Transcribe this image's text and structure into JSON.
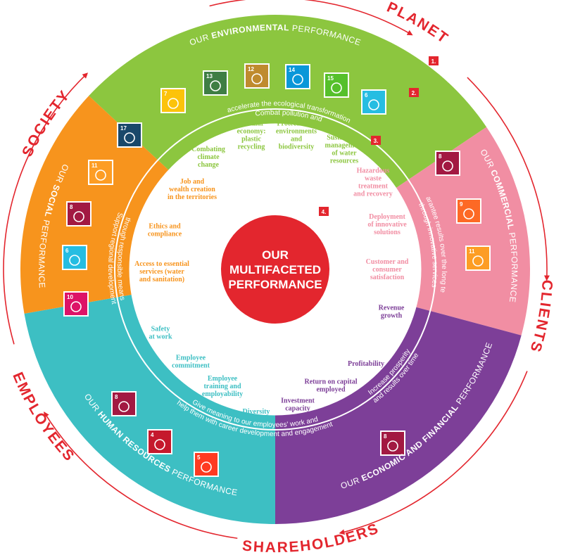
{
  "center": {
    "line1": "OUR",
    "line2": "MULTIFACETED",
    "line3": "PERFORMANCE"
  },
  "stakeholders": [
    "PLANET",
    "CLIENTS",
    "SHAREHOLDERS",
    "EMPLOYEES",
    "SOCIETY"
  ],
  "markers": [
    "1.",
    "2.",
    "3.",
    "4."
  ],
  "segments": {
    "environmental": {
      "color": "#8cc63f",
      "title": {
        "prefix": "OUR ",
        "bold": "ENVIRONMENTAL",
        "suffix": " PERFORMANCE"
      },
      "mission": [
        "Combat pollution and",
        "accelerate the ecological transformation"
      ],
      "sdgs": [
        "7",
        "13",
        "12",
        "14",
        "15",
        "6"
      ],
      "topics": [
        [
          "Combating",
          "climate",
          "change"
        ],
        [
          "Circular",
          "economy:",
          "plastic",
          "recycling"
        ],
        [
          "Protection of",
          "environments",
          "and",
          "biodiversity"
        ],
        [
          "Sustainable",
          "management",
          "of water",
          "resources"
        ]
      ]
    },
    "commercial": {
      "color": "#f18ea3",
      "title": {
        "prefix": "OUR ",
        "bold": "COMMERCIAL",
        "suffix": " PERFORMANCE"
      },
      "mission": [
        "Guarantee results over the long term",
        "through innovative services"
      ],
      "sdgs": [
        "8",
        "9",
        "11"
      ],
      "topics": [
        [
          "Hazardous",
          "waste",
          "treatment",
          "and recovery"
        ],
        [
          "Deployment",
          "of innovative",
          "solutions"
        ],
        [
          "Customer and",
          "consumer",
          "satisfaction"
        ]
      ]
    },
    "economic": {
      "color": "#7d3f98",
      "title": {
        "prefix": "OUR ",
        "bold": "ECONOMIC AND FINANCIAL",
        "suffix": " PERFORMANCE"
      },
      "mission": [
        "Increase prosperity",
        "and results over time"
      ],
      "sdgs": [
        "8"
      ],
      "topics": [
        [
          "Revenue",
          "growth"
        ],
        [
          "Profitability"
        ],
        [
          "Return on capital",
          "employed"
        ],
        [
          "Investment",
          "capacity"
        ]
      ]
    },
    "human": {
      "color": "#3dbfc3",
      "title": {
        "prefix": "OUR ",
        "bold": "HUMAN RESOURCES",
        "suffix": " PERFORMANCE"
      },
      "mission": [
        "Give meaning to our employees' work and",
        "help them with career development and engagement"
      ],
      "sdgs": [
        "8",
        "4",
        "5"
      ],
      "topics": [
        [
          "Safety",
          "at work"
        ],
        [
          "Employee",
          "commitment"
        ],
        [
          "Employee",
          "training and",
          "employability"
        ],
        [
          "Diversity"
        ]
      ]
    },
    "social": {
      "color": "#f7941d",
      "title": {
        "prefix": "OUR ",
        "bold": "SOCIAL",
        "suffix": " PERFORMANCE"
      },
      "mission": [
        "Support regional development",
        "through responsible means"
      ],
      "sdgs": [
        "17",
        "11",
        "8",
        "6",
        "10"
      ],
      "topics": [
        [
          "Job and",
          "wealth creation",
          "in the territories"
        ],
        [
          "Ethics and",
          "compliance"
        ],
        [
          "Access to essential",
          "services (water",
          "and sanitation)"
        ]
      ]
    }
  },
  "colors": {
    "accent_red": "#e3262e",
    "sdg": {
      "4": "#c5192d",
      "5": "#ff3a21",
      "6": "#26bde2",
      "7": "#fcc30b",
      "8": "#a21942",
      "9": "#fd6925",
      "10": "#dd1367",
      "11": "#fd9d24",
      "12": "#bf8b2e",
      "13": "#3f7e44",
      "14": "#0a97d9",
      "15": "#56c02b",
      "17": "#19486a"
    }
  }
}
